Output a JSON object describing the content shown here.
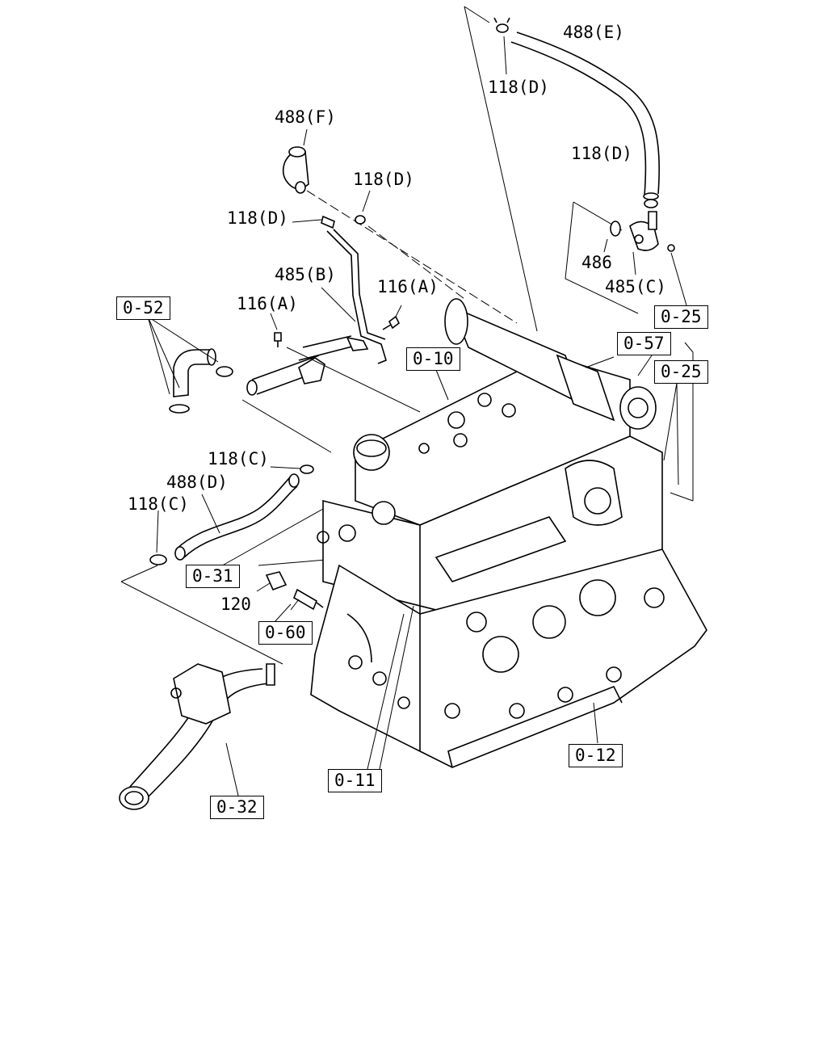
{
  "callouts": {
    "c488E": "488(E)",
    "c118D_a": "118(D)",
    "c488F": "488(F)",
    "c118D_b": "118(D)",
    "c118D_c": "118(D)",
    "c118D_d": "118(D)",
    "c486": "486",
    "c485C": "485(C)",
    "c485B": "485(B)",
    "c116A_a": "116(A)",
    "c116A_b": "116(A)",
    "c118C_a": "118(C)",
    "c488D": "488(D)",
    "c118C_b": "118(C)",
    "c120": "120"
  },
  "ref_boxes": {
    "r052": "0-52",
    "r025a": "0-25",
    "r010": "0-10",
    "r057": "0-57",
    "r025b": "0-25",
    "r031": "0-31",
    "r060": "0-60",
    "r011": "0-11",
    "r012": "0-12",
    "r032": "0-32"
  }
}
